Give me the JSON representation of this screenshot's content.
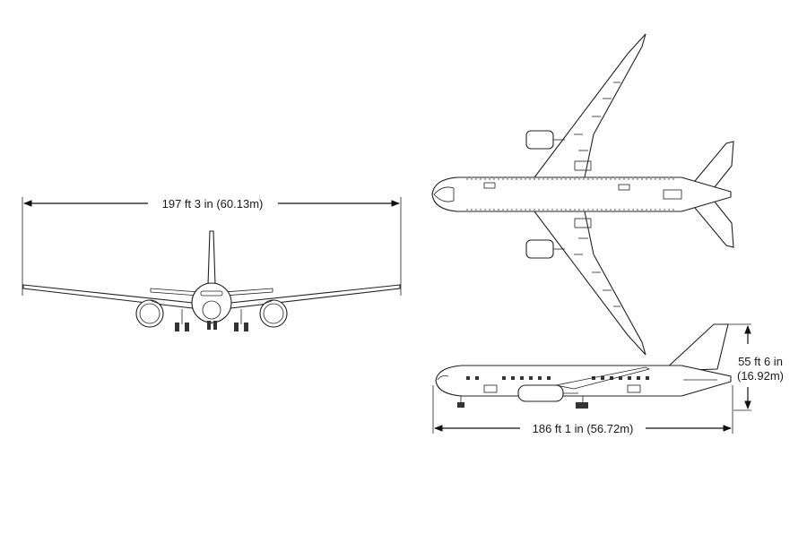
{
  "dimensions": {
    "wingspan": "197 ft 3 in (60.13m)",
    "length": "186 ft 1 in (56.72m)",
    "height_ft": "55 ft 6 in",
    "height_m": "(16.92m)"
  }
}
